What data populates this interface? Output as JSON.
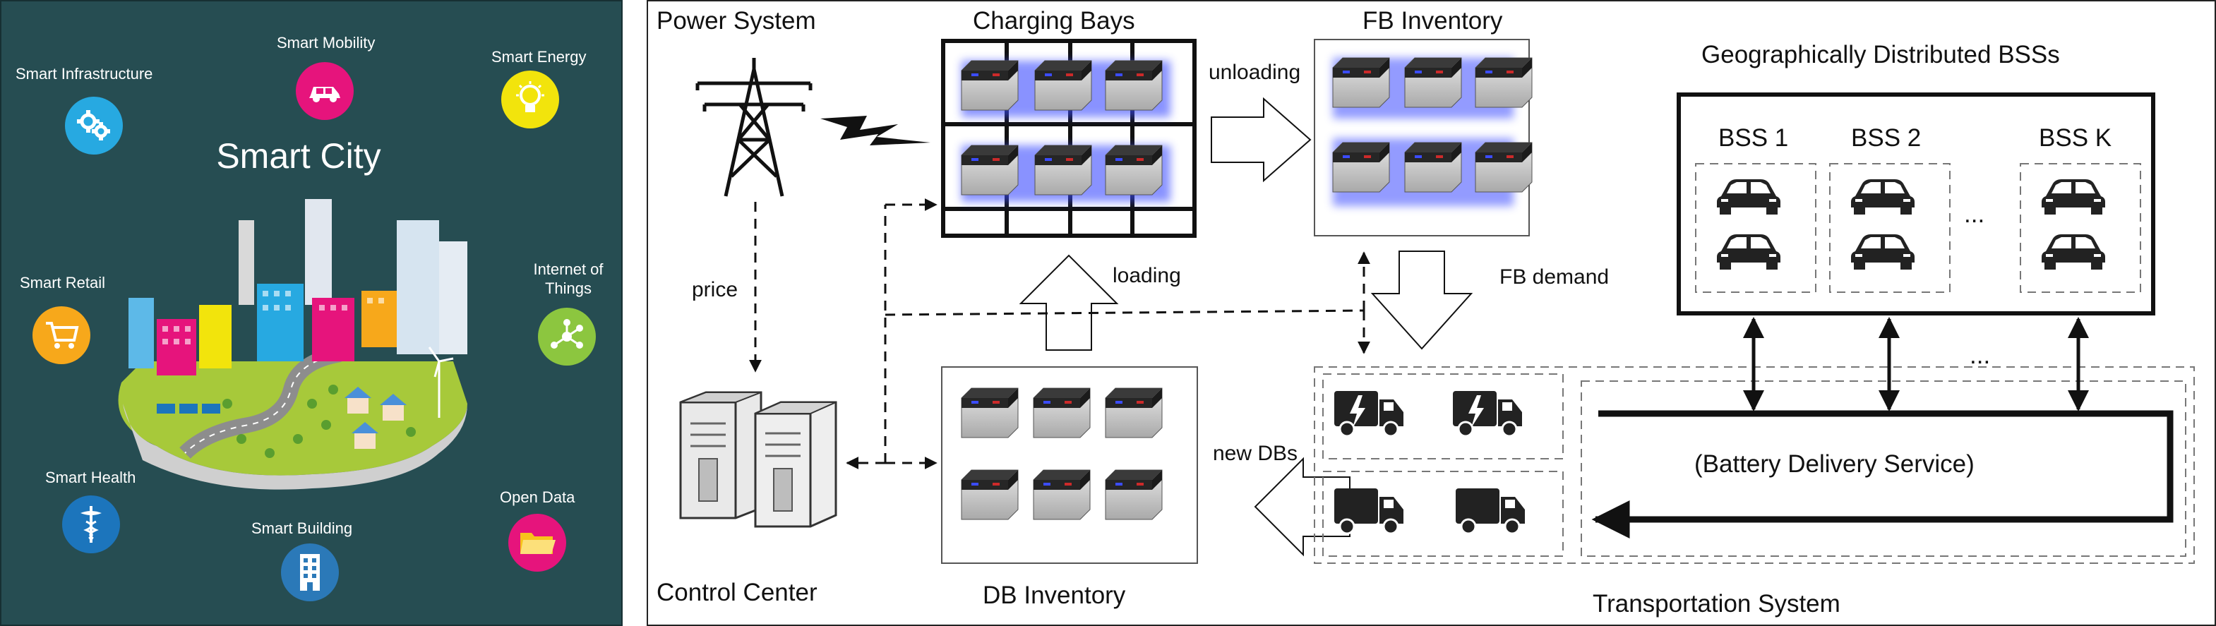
{
  "smart_city": {
    "title": "Smart City",
    "labels": {
      "infrastructure": "Smart Infrastructure",
      "mobility": "Smart Mobility",
      "energy": "Smart Energy",
      "retail": "Smart Retail",
      "iot": "Internet of Things",
      "health": "Smart Health",
      "building": "Smart Building",
      "open_data": "Open Data"
    },
    "icons": {
      "infrastructure": "gears-icon",
      "mobility": "car-icon",
      "energy": "lightbulb-icon",
      "retail": "shopping-cart-icon",
      "iot": "network-icon",
      "health": "caduceus-icon",
      "building": "building-icon",
      "open_data": "folder-icon"
    },
    "colors": {
      "background": "#264d52",
      "infrastructure": "#27a9e1",
      "mobility": "#e6147c",
      "energy": "#f2e40c",
      "retail": "#f7a81b",
      "iot": "#8cc63f",
      "health": "#1c75bc",
      "building": "#2b79b8",
      "open_data": "#e6147c"
    }
  },
  "diagram": {
    "power_system": "Power System",
    "charging_bays": "Charging Bays",
    "fb_inventory": "FB Inventory",
    "geo_bss": "Geographically Distributed BSSs",
    "bss_labels": [
      "BSS 1",
      "BSS 2",
      "BSS K"
    ],
    "ellipsis": "...",
    "unloading": "unloading",
    "loading": "loading",
    "fb_demand": "FB demand",
    "price": "price",
    "new_dbs": "new DBs",
    "battery_delivery": "(Battery Delivery Service)",
    "control_center": "Control Center",
    "db_inventory": "DB Inventory",
    "transportation_system": "Transportation System",
    "colors": {
      "fb_glow": "#3b4cff",
      "battery_top": "#2a2a2a",
      "battery_body": "#c9c9c9"
    }
  }
}
